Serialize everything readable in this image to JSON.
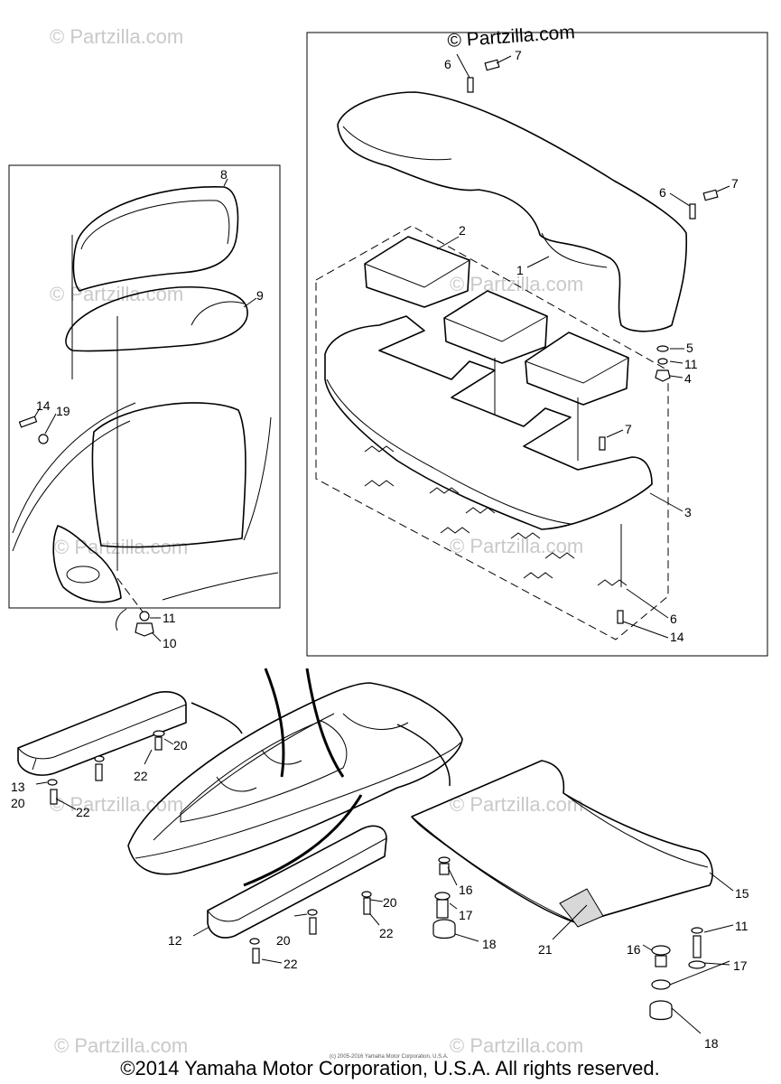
{
  "watermark_main": "© Partzilla.com",
  "watermark_faint": "© Partzilla.com",
  "footer_text": "©2014 Yamaha Motor Corporation, U.S.A. All rights reserved.",
  "fine_print": "(c) 2005-2016 Yamaha Motor Corporation, U.S.A.",
  "callouts": {
    "c1": "1",
    "c2": "2",
    "c3": "3",
    "c4": "4",
    "c5": "5",
    "c6a": "6",
    "c6b": "6",
    "c6c": "6",
    "c7a": "7",
    "c7b": "7",
    "c7c": "7",
    "c8": "8",
    "c9": "9",
    "c10": "10",
    "c11a": "11",
    "c11b": "11",
    "c11c": "11",
    "c12": "12",
    "c13": "13",
    "c14a": "14",
    "c14b": "14",
    "c15": "15",
    "c16a": "16",
    "c16b": "16",
    "c17a": "17",
    "c17b": "17",
    "c18a": "18",
    "c18b": "18",
    "c19": "19",
    "c20a": "20",
    "c20b": "20",
    "c20c": "20",
    "c20d": "20",
    "c21": "21",
    "c22a": "22",
    "c22b": "22",
    "c22c": "22",
    "c22d": "22"
  }
}
